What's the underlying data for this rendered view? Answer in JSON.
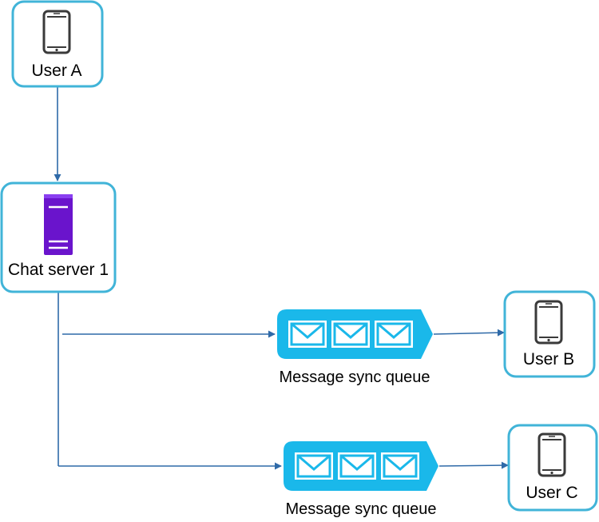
{
  "nodes": {
    "user_a": {
      "label": "User A"
    },
    "chat_server": {
      "label": "Chat server 1"
    },
    "user_b": {
      "label": "User B"
    },
    "user_c": {
      "label": "User C"
    }
  },
  "queues": [
    {
      "label": "Message sync queue"
    },
    {
      "label": "Message sync queue"
    }
  ],
  "icons": {
    "phone": "smartphone-icon",
    "server": "server-icon",
    "envelope": "envelope-icon"
  },
  "colors": {
    "box_border": "#41b4d8",
    "queue_fill": "#1ab8ea",
    "arrow": "#2f6aa8",
    "server": "#6a14cc",
    "phone": "#3a3a3a"
  }
}
